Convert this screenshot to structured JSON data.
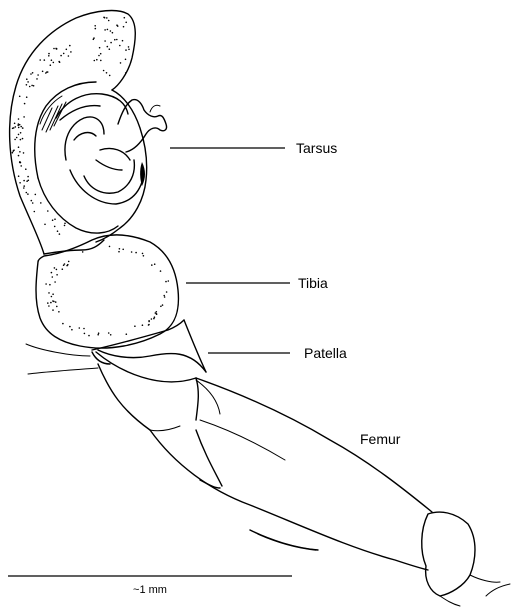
{
  "labels": {
    "tarsus": "Tarsus",
    "tibia": "Tibia",
    "patella": "Patella",
    "femur": "Femur"
  },
  "scale_bar": {
    "label": "~1 mm"
  }
}
